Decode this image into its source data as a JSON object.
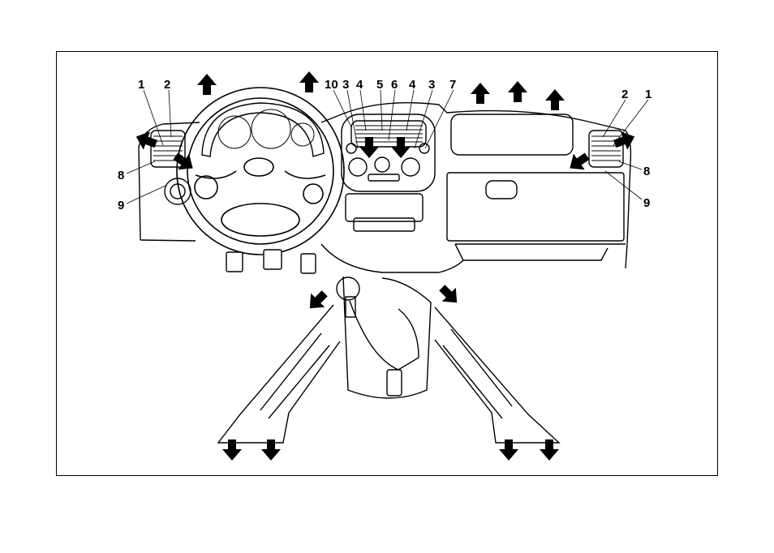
{
  "callouts": {
    "c1_left": "1",
    "c2_left": "2",
    "c10": "10",
    "c3_a": "3",
    "c4_a": "4",
    "c5": "5",
    "c6": "6",
    "c4_b": "4",
    "c3_b": "3",
    "c7": "7",
    "c2_right": "2",
    "c1_right": "1",
    "c8_left": "8",
    "c9_left": "9",
    "c8_right": "8",
    "c9_right": "9"
  },
  "colors": {
    "line": "#000000",
    "fill": "#ffffff",
    "arrow": "#000000"
  },
  "icons": [
    "air-flow-arrow-icon",
    "steering-wheel-icon",
    "gear-shift-icon"
  ]
}
